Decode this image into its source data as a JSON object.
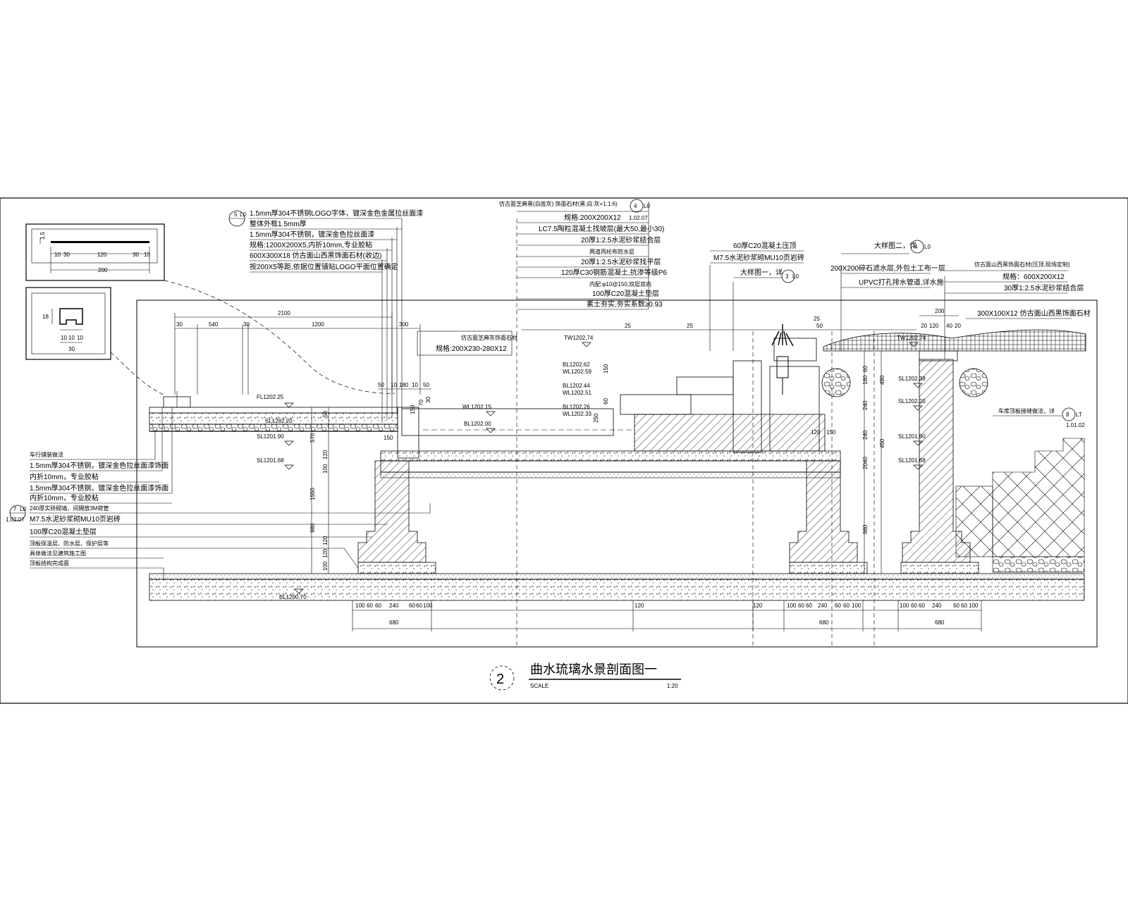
{
  "title": {
    "number": "2",
    "text": "曲水琉璃水景剖面图一",
    "scale_label": "SCALE",
    "scale_value": "1:20"
  },
  "detail_logo": {
    "dim_10a": "10",
    "dim_30a": "30",
    "dim_120": "120",
    "dim_30b": "30",
    "dim_10b": "10",
    "dim_200": "200",
    "dim_1_5": "1.5"
  },
  "detail_channel": {
    "dim_18": "18",
    "dim_10a": "10",
    "dim_10b": "10",
    "dim_10c": "10",
    "dim_30": "30"
  },
  "callouts": {
    "c5_num": "5",
    "c5_ref": "L0",
    "c4_num": "4",
    "c4_ref": "L0",
    "c4_sheet": "1.02.07",
    "c4b_num": "4",
    "c4b_ref": "L0",
    "c3_num": "3",
    "c3_ref": "L0",
    "c7_num": "7",
    "c7_ref": "L0",
    "c7_sheet": "1.02.07",
    "c8_num": "8",
    "c8_ref": "LT",
    "c8_sheet": "1.01.02"
  },
  "notes_top_left": [
    "1.5mm厚304不锈钢LOGO字体，镀深金色金属拉丝面漆",
    "整体外框1.5mm厚",
    "1.5mm厚304不锈钢，镀深金色拉丝面漆",
    "规格:1200X200X5,内折10mm,专业胶粘",
    "600X300X18 仿古面山西黑饰面石材(收边)",
    "按200X5等距,依据位置铺贴LOGO平面位置确定"
  ],
  "notes_top_center": [
    "仿古面芝麻黑(白底灰) 饰面石材(黑:白:灰=1:1:6)",
    "规格:200X200X12",
    "LC7.5陶粒混凝土找坡层(最大50,最小30)",
    "20厚1:2.5水泥砂浆结合层",
    "两道丙纶布防水层",
    "20厚1:2.5水泥砂浆找平层",
    "120厚C30钢筋混凝土,抗渗等级P6",
    "内配:φ10@150,双层双向",
    "100厚C20混凝土垫层",
    "素土夯实,夯实系数≥0.93"
  ],
  "notes_top_right_a": [
    "60厚C20混凝土压顶",
    "M7.5水泥砂浆砌MU10页岩砖"
  ],
  "notes_top_right_b": [
    "大样图二，详",
    "200X200碎石滤水层,外包土工布一层",
    "UPVC打孔排水管道,详水施"
  ],
  "notes_top_right_c": [
    "仿古面山西黑饰面石材(压顶,现场定制)",
    "规格：600X200X12",
    "30厚1:2.5水泥砂浆结合层"
  ],
  "label_daxiang_yi": "大样图一，详",
  "label_300x100": "300X100X12 仿古面山西黑饰面石材",
  "label_huashi": "仿古面芝麻灰饰面石材",
  "label_huashi_spec": "规格:200X230-280X12",
  "label_chekuxian": "车库顶板接缝做法，详",
  "notes_left": [
    "车行铺装做法",
    "1.5mm厚304不锈钢，镀深金色拉丝面漆饰面",
    "内折10mm，专业胶粘",
    "1.5mm厚304不锈钢，镀深金色拉丝面漆饰面",
    "内折10mm，专业胶粘",
    "240厚实砖砌墙，间隔放3M荷管",
    "M7.5水泥砂浆砌MU10页岩砖",
    "100厚C20混凝土垫层",
    "顶板保温层、防水层、保护层等",
    "具体做法见建筑施工图",
    "顶板结构完成面"
  ],
  "elevations": {
    "fl": "FL1202.25",
    "sl_a": "SL1202.20",
    "sl_b": "SL1201.90",
    "sl_c": "SL1201.68",
    "wl_a": "WL1202.15",
    "bl_a": "BL1202.00",
    "tw_a": "TW1202.74",
    "bl_b": "BL1202.62",
    "wl_b": "WL1202.59",
    "bl_c": "BL1202.44",
    "wl_c": "WL1202.51",
    "bl_d": "BL1202.26",
    "wl_d": "WL1202.33",
    "tw_b": "TW1202.74",
    "sl_d": "SL1202.38",
    "sl_e": "SL1202.20",
    "sl_f": "SL1201.90",
    "sl_g": "SL1201.68",
    "bl_bot": "BL1200.70"
  },
  "dims_top": {
    "d2100": "2100",
    "d30a": "30",
    "d540": "540",
    "d30b": "30",
    "d1200": "1200",
    "d300": "300",
    "d50a": "50",
    "d10a": "10",
    "d180": "180",
    "d10b": "10",
    "d50b": "50",
    "d25a": "25",
    "d25b": "25",
    "d25c": "25",
    "d50c": "50",
    "d200": "200",
    "d20a": "20",
    "d120a": "120",
    "d40": "40",
    "d20b": "20",
    "d150a": "150",
    "d120b": "120",
    "d150b": "150"
  },
  "dims_vertical": {
    "v570": "570",
    "v1550": "1550",
    "v980a": "980",
    "v980b": "980",
    "v2040": "2040",
    "v60": "60",
    "v180": "180",
    "v240a": "240",
    "v240b": "240",
    "v450": "450",
    "v120a": "120",
    "v100a": "100",
    "v120b": "120",
    "v120c": "120",
    "v100b": "100",
    "v50": "50",
    "v150a": "150",
    "v70": "70",
    "v30": "30",
    "v250": "250",
    "v60b": "60",
    "v480": "480",
    "v150b": "150"
  },
  "dims_bottom": {
    "b100a": "100",
    "b60a": "60",
    "b60b": "60",
    "b240a": "240",
    "b60c": "60",
    "b60d": "60",
    "b100b": "100",
    "b680a": "680",
    "b120a": "120",
    "b120b": "120",
    "b100c": "100",
    "b60e": "60",
    "b60f": "60",
    "b240b": "240",
    "b60g": "60",
    "b60h": "60",
    "b100d": "100",
    "b680b": "680",
    "b100e": "100",
    "b60i": "60",
    "b60j": "60",
    "b240c": "240",
    "b60k": "60",
    "b60l": "60",
    "b100f": "100",
    "b680c": "680"
  }
}
